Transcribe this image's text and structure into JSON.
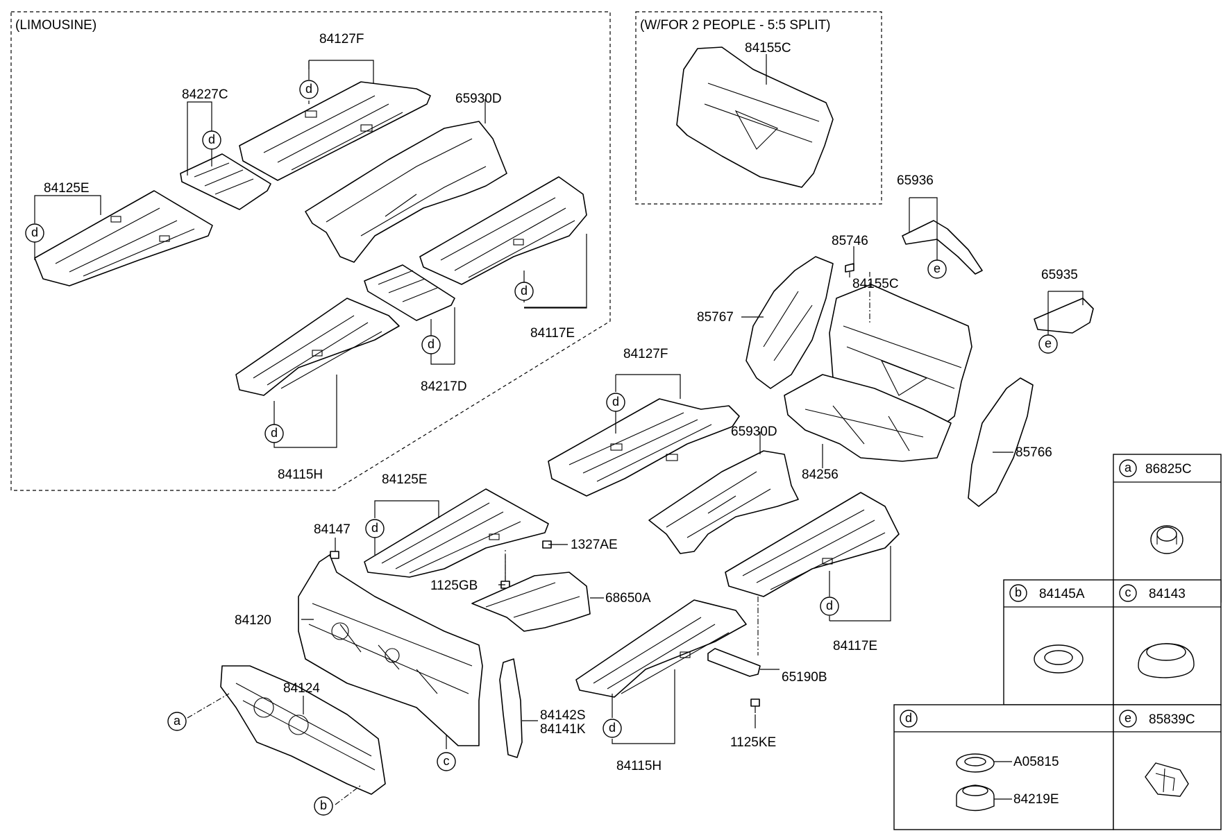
{
  "groups": {
    "limousine": "(LIMOUSINE)",
    "two_people": "(W/FOR 2 PEOPLE - 5:5 SPLIT)"
  },
  "callouts": [
    {
      "text": "84127F"
    },
    {
      "text": "84227C"
    },
    {
      "text": "65930D"
    },
    {
      "text": "84125E"
    },
    {
      "text": "84217D"
    },
    {
      "text": "84117E"
    },
    {
      "text": "84115H"
    },
    {
      "text": "84155C"
    },
    {
      "text": "65936"
    },
    {
      "text": "85746"
    },
    {
      "text": "84155C"
    },
    {
      "text": "65935"
    },
    {
      "text": "85767"
    },
    {
      "text": "84127F"
    },
    {
      "text": "65930D"
    },
    {
      "text": "84256"
    },
    {
      "text": "85766"
    },
    {
      "text": "84125E"
    },
    {
      "text": "84147"
    },
    {
      "text": "1327AE"
    },
    {
      "text": "1125GB"
    },
    {
      "text": "68650A"
    },
    {
      "text": "84120"
    },
    {
      "text": "84124"
    },
    {
      "text": "84142S"
    },
    {
      "text": "84141K"
    },
    {
      "text": "84115H"
    },
    {
      "text": "65190B"
    },
    {
      "text": "1125KE"
    },
    {
      "text": "84117E"
    }
  ],
  "letters": [
    "d",
    "d",
    "d",
    "d",
    "d",
    "d",
    "e",
    "e",
    "d",
    "d",
    "d",
    "d",
    "a",
    "b",
    "c"
  ],
  "legend": {
    "cells": [
      {
        "letter": "a",
        "part": "86825C",
        "icon": "clip-nut-icon"
      },
      {
        "letter": "b",
        "part": "84145A",
        "icon": "grommet-ring-icon"
      },
      {
        "letter": "c",
        "part": "84143",
        "icon": "plug-cap-icon"
      },
      {
        "letter": "d",
        "parts": [
          "A05815",
          "84219E"
        ],
        "icon": "fastener-pair-icon"
      },
      {
        "letter": "e",
        "part": "85839C",
        "icon": "retainer-clip-icon"
      }
    ]
  }
}
